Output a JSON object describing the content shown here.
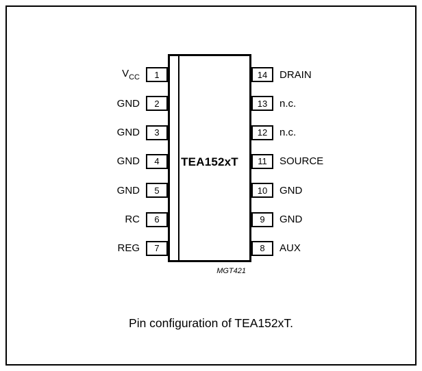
{
  "caption": "Pin configuration of TEA152xT.",
  "chip": {
    "name": "TEA152xT",
    "figure_code": "MGT421"
  },
  "pins_left": [
    {
      "number": "1",
      "label": "V",
      "sub": "CC"
    },
    {
      "number": "2",
      "label": "GND"
    },
    {
      "number": "3",
      "label": "GND"
    },
    {
      "number": "4",
      "label": "GND"
    },
    {
      "number": "5",
      "label": "GND"
    },
    {
      "number": "6",
      "label": "RC"
    },
    {
      "number": "7",
      "label": "REG"
    }
  ],
  "pins_right": [
    {
      "number": "14",
      "label": "DRAIN"
    },
    {
      "number": "13",
      "label": "n.c."
    },
    {
      "number": "12",
      "label": "n.c."
    },
    {
      "number": "11",
      "label": "SOURCE"
    },
    {
      "number": "10",
      "label": "GND"
    },
    {
      "number": "9",
      "label": "GND"
    },
    {
      "number": "8",
      "label": "AUX"
    }
  ]
}
